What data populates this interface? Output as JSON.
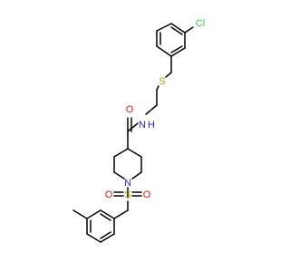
{
  "molecule": {
    "atoms": {
      "cl": "Cl",
      "s_thio": "S",
      "n_amide": "N",
      "h_amide": "H",
      "o_amide": "O",
      "n_ring": "N",
      "s_sulfonyl": "S",
      "o_sulf_left": "O",
      "o_sulf_right": "O"
    },
    "colors": {
      "bond": "#000000",
      "cl": "#33cc33",
      "s": "#b3a100",
      "n": "#1f1fff",
      "o": "#ff0d0d"
    }
  }
}
